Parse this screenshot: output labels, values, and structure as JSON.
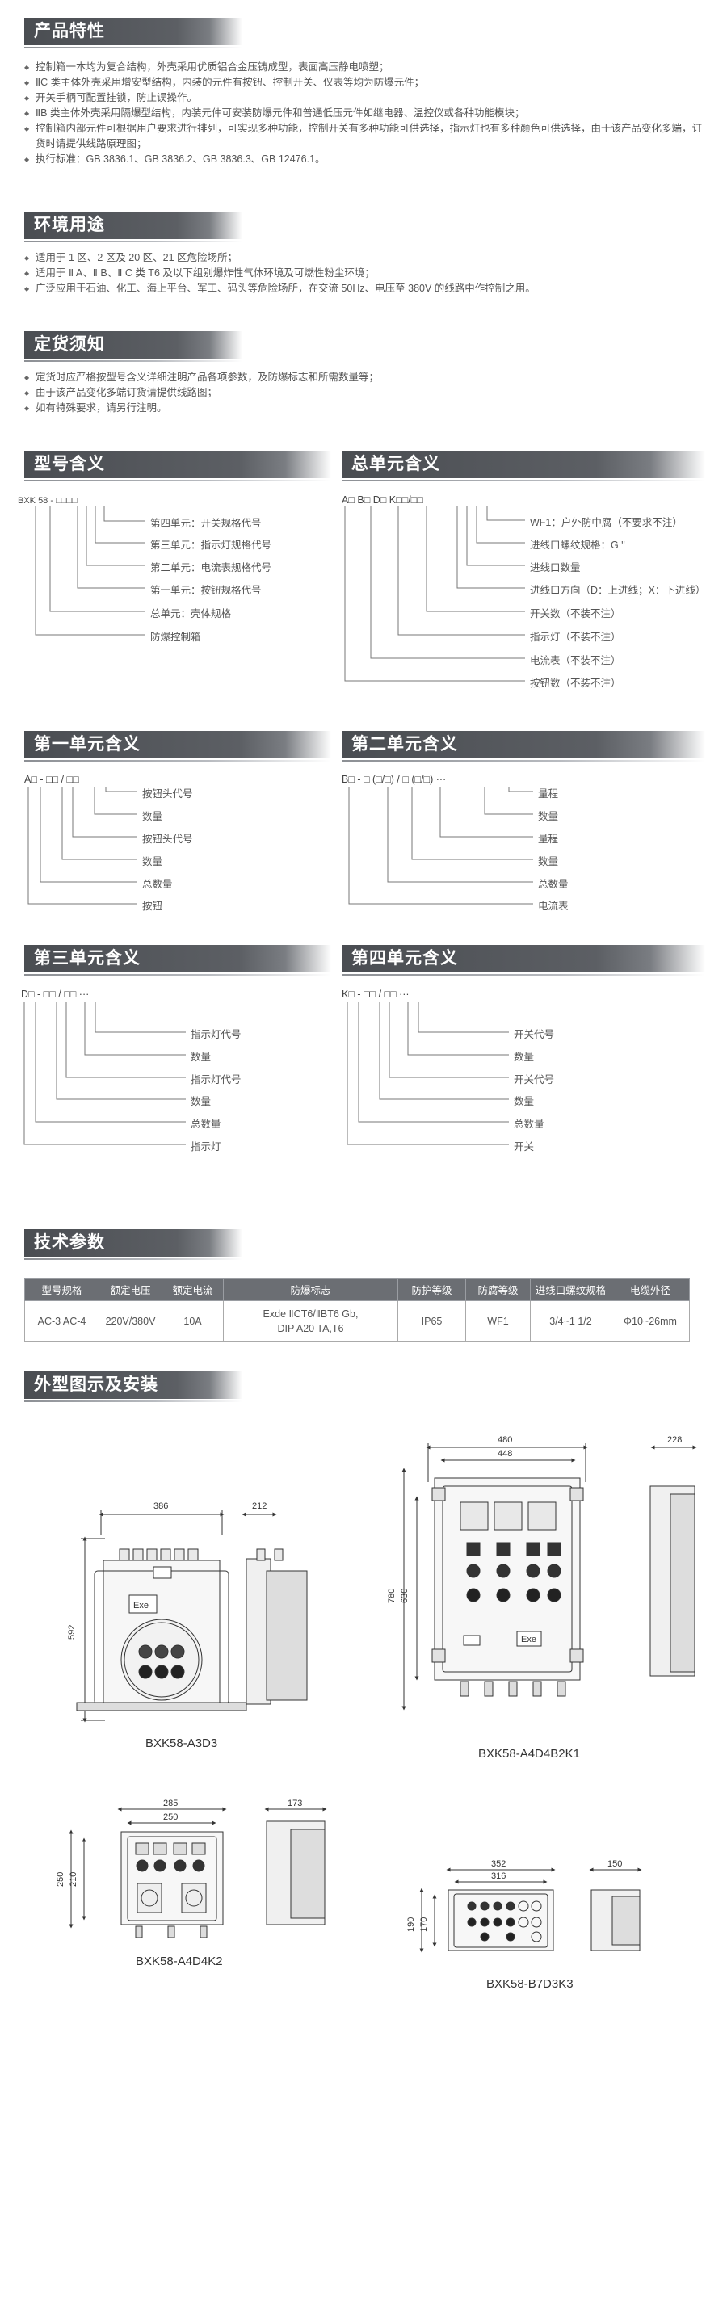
{
  "sections": {
    "features": {
      "title": "产品特性",
      "items": [
        "控制箱一本均为复合结构，外壳采用优质铝合金压铸成型，表面高压静电喷塑；",
        "ⅡC 类主体外壳采用增安型结构，内装的元件有按钮、控制开关、仪表等均为防爆元件；",
        "开关手柄可配置挂锁，防止误操作。",
        "ⅡB 类主体外壳采用隔爆型结构，内装元件可安装防爆元件和普通低压元件如继电器、温控仪或各种功能模块；",
        "控制箱内部元件可根据用户要求进行排列，可实现多种功能，控制开关有多种功能可供选择，指示灯也有多种颜色可供选择，由于该产品变化多端，订货时请提供线路原理图；",
        "执行标准：GB 3836.1、GB 3836.2、GB 3836.3、GB 12476.1。"
      ]
    },
    "environment": {
      "title": "环境用途",
      "items": [
        "适用于 1 区、2 区及 20 区、21 区危险场所；",
        "适用于 Ⅱ A、Ⅱ B、Ⅱ C 类 T6 及以下组别爆炸性气体环境及可燃性粉尘环境；",
        "广泛应用于石油、化工、海上平台、军工、码头等危险场所，在交流 50Hz、电压至 380V 的线路中作控制之用。"
      ]
    },
    "ordering": {
      "title": "定货须知",
      "items": [
        "定货时应严格按型号含义详细注明产品各项参数，及防爆标志和所需数量等；",
        "由于该产品变化多端订货请提供线路图；",
        "如有特殊要求，请另行注明。"
      ]
    },
    "model": {
      "title": "型号含义",
      "code": "BXK 58 - □□□□",
      "labels": [
        "第四单元：开关规格代号",
        "第三单元：指示灯规格代号",
        "第二单元：电流表规格代号",
        "第一单元：按钮规格代号",
        "总单元：壳体规格",
        "防爆控制箱"
      ]
    },
    "total_unit": {
      "title": "总单元含义",
      "code": "A□ B□ D□ K□□/□□",
      "labels": [
        "WF1：户外防中腐（不要求不注）",
        "进线口螺纹规格：G \"",
        "进线口数量",
        "进线口方向（D：上进线；X：下进线）",
        "开关数（不装不注）",
        "指示灯（不装不注）",
        "电流表（不装不注）",
        "按钮数（不装不注）"
      ]
    },
    "unit1": {
      "title": "第一单元含义",
      "code": "A□ - □□ / □□",
      "labels": [
        "按钮头代号",
        "数量",
        "按钮头代号",
        "数量",
        "总数量",
        "按钮"
      ]
    },
    "unit2": {
      "title": "第二单元含义",
      "code": "B□ - □ (□/□) / □ (□/□) ···",
      "labels": [
        "量程",
        "数量",
        "量程",
        "数量",
        "总数量",
        "电流表"
      ]
    },
    "unit3": {
      "title": "第三单元含义",
      "code": "D□ - □□ / □□ ···",
      "labels": [
        "指示灯代号",
        "数量",
        "指示灯代号",
        "数量",
        "总数量",
        "指示灯"
      ]
    },
    "unit4": {
      "title": "第四单元含义",
      "code": "K□ - □□ / □□ ···",
      "labels": [
        "开关代号",
        "数量",
        "开关代号",
        "数量",
        "总数量",
        "开关"
      ]
    },
    "tech": {
      "title": "技术参数",
      "headers": [
        "型号规格",
        "额定电压",
        "额定电流",
        "防爆标志",
        "防护等级",
        "防腐等级",
        "进线口螺纹规格",
        "电缆外径"
      ],
      "row": [
        "AC-3  AC-4",
        "220V/380V",
        "10A",
        "Exde ⅡCT6/ⅡBT6 Gb,\nDIP A20 TA,T6",
        "IP65",
        "WF1",
        "3/4~1 1/2",
        "Φ10~26mm"
      ]
    },
    "drawings": {
      "title": "外型图示及安装",
      "items": [
        {
          "caption": "BXK58-A3D3",
          "dims": [
            "386",
            "592",
            "212"
          ],
          "plate": "Exe"
        },
        {
          "caption": "BXK58-A4D4B2K1",
          "dims": [
            "480",
            "448",
            "780",
            "630",
            "228"
          ],
          "plate": "Exe"
        },
        {
          "caption": "BXK58-A4D4K2",
          "dims": [
            "285",
            "250",
            "250",
            "210",
            "173"
          ]
        },
        {
          "caption": "BXK58-B7D3K3",
          "dims": [
            "352",
            "316",
            "190",
            "170",
            "150"
          ]
        }
      ]
    }
  }
}
